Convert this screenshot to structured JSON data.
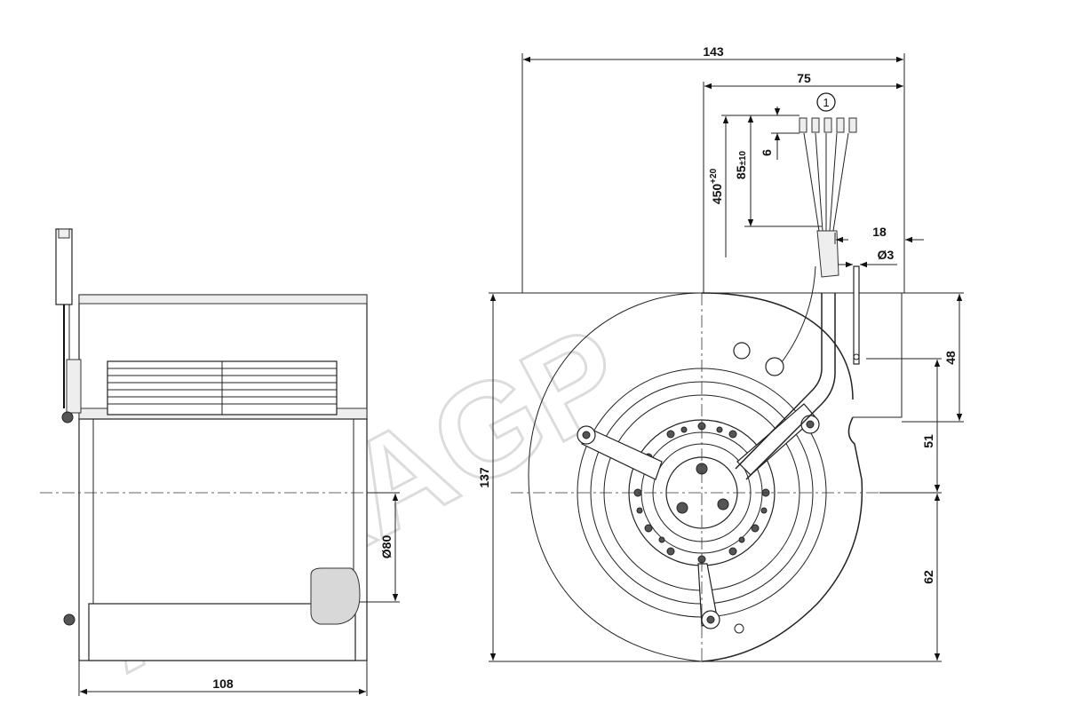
{
  "drawing": {
    "dimensions": {
      "overall_width": "143",
      "cable_offset": "75",
      "side_depth": "108",
      "overall_height": "137",
      "inlet_diameter": "Ø80",
      "cable_length_main": "450",
      "cable_length_tol": "+20",
      "strip_length_main": "85",
      "strip_length_tol": "±10",
      "wire_strip": "6",
      "bracket_width": "18",
      "hole_diameter": "Ø3",
      "upper_offset": "48",
      "axis_to_outlet": "51",
      "axis_to_bottom": "62"
    },
    "callout": {
      "number": "1"
    },
    "watermark": "AHKAGP"
  }
}
